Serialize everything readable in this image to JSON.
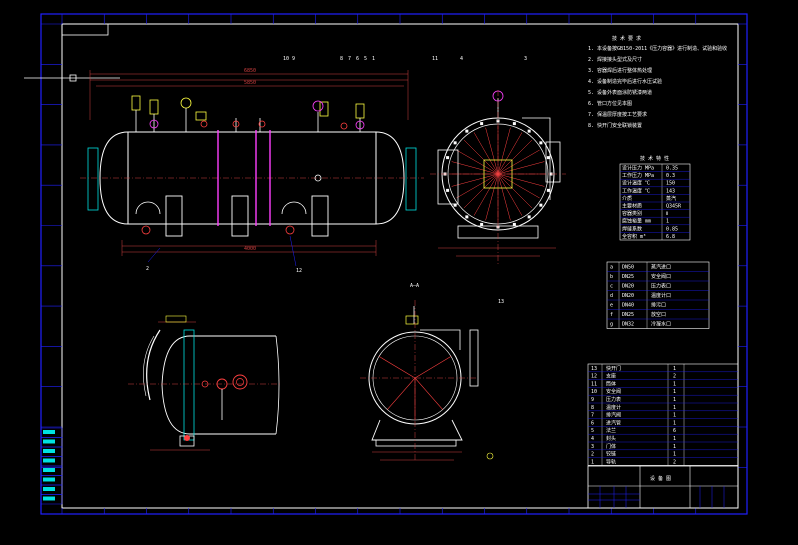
{
  "drawing": {
    "section_label": "A—A",
    "title_block_name": "设 备 图",
    "notes_title": "技 术 要 求",
    "spec_title": "技 术 特 性",
    "dim_overall": "6850",
    "dim_shell": "5850",
    "dim_support_span": "4000"
  },
  "part_numbers_top": [
    "10",
    "9",
    "8",
    "7",
    "6",
    "5",
    "1",
    "11",
    "4",
    "3"
  ],
  "part_numbers_other": [
    "2",
    "12",
    "13"
  ],
  "notes": [
    "1. 本设备按GB150-2011《压力容器》进行制造、试验和验收",
    "2. 焊接接头型式及尺寸",
    "3. 容器焊后进行整体热处理",
    "4. 设备制造完毕后进行水压试验",
    "5. 设备外表面涂防锈漆两道",
    "6. 管口方位见本图",
    "7. 保温层厚度按工艺要求",
    "8. 快开门安全联锁装置"
  ],
  "spec_rows": [
    [
      "设计压力 MPa",
      "0.35"
    ],
    [
      "工作压力 MPa",
      "0.3"
    ],
    [
      "设计温度 ℃",
      "150"
    ],
    [
      "工作温度 ℃",
      "143"
    ],
    [
      "介质",
      "蒸汽"
    ],
    [
      "主要材质",
      "Q345R"
    ],
    [
      "容器类别",
      "Ⅱ"
    ],
    [
      "腐蚀裕量 mm",
      "1"
    ],
    [
      "焊缝系数",
      "0.85"
    ],
    [
      "全容积 m³",
      "6.8"
    ]
  ],
  "nozzle_rows": [
    [
      "a",
      "DN50",
      "蒸汽进口"
    ],
    [
      "b",
      "DN25",
      "安全阀口"
    ],
    [
      "c",
      "DN20",
      "压力表口"
    ],
    [
      "d",
      "DN20",
      "温度计口"
    ],
    [
      "e",
      "DN40",
      "排污口"
    ],
    [
      "f",
      "DN25",
      "放空口"
    ],
    [
      "g",
      "DN32",
      "冷凝水口"
    ]
  ],
  "bom_rows": [
    [
      "13",
      "快开门",
      "1"
    ],
    [
      "12",
      "支座",
      "2"
    ],
    [
      "11",
      "筒体",
      "1"
    ],
    [
      "10",
      "安全阀",
      "1"
    ],
    [
      "9",
      "压力表",
      "1"
    ],
    [
      "8",
      "温度计",
      "1"
    ],
    [
      "7",
      "排汽阀",
      "1"
    ],
    [
      "6",
      "进汽管",
      "1"
    ],
    [
      "5",
      "法兰",
      "6"
    ],
    [
      "4",
      "封头",
      "1"
    ],
    [
      "3",
      "门体",
      "1"
    ],
    [
      "2",
      "铰链",
      "1"
    ],
    [
      "1",
      "导轨",
      "2"
    ]
  ],
  "left_strip_rows": [
    "",
    "",
    "",
    "",
    "",
    "",
    "",
    ""
  ]
}
